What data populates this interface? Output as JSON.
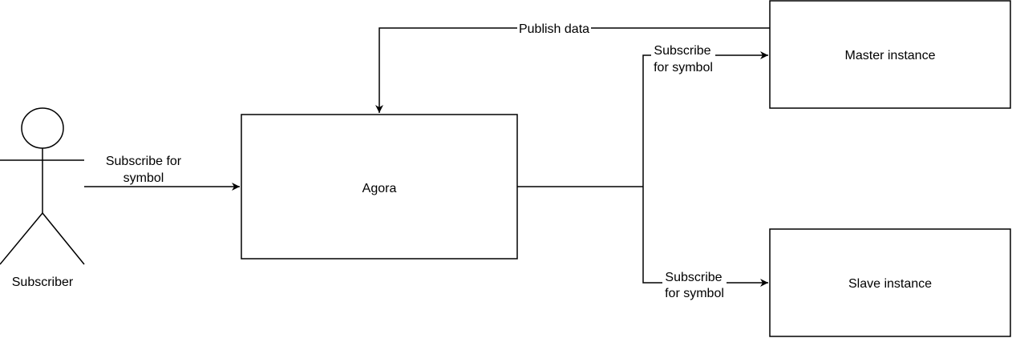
{
  "diagram": {
    "actor": {
      "label": "Subscriber"
    },
    "nodes": {
      "agora": {
        "label": "Agora"
      },
      "master": {
        "label": "Master instance"
      },
      "slave": {
        "label": "Slave instance"
      }
    },
    "edges": {
      "subscriber_to_agora": {
        "line1": "Subscribe for",
        "line2": "symbol"
      },
      "agora_to_master": {
        "line1": "Subscribe",
        "line2": "for symbol"
      },
      "agora_to_slave": {
        "line1": "Subscribe",
        "line2": "for symbol"
      },
      "master_to_agora": {
        "label": "Publish data"
      }
    },
    "colors": {
      "stroke": "#000000",
      "fill": "#ffffff"
    }
  }
}
